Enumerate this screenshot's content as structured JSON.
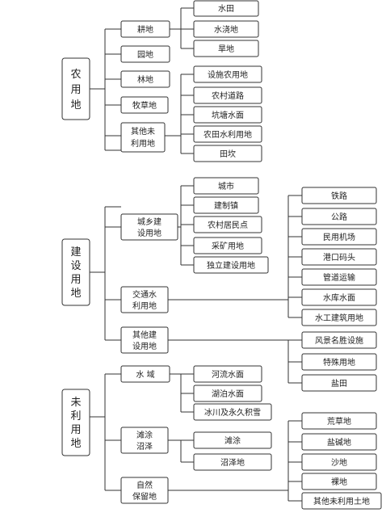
{
  "agricultural": {
    "title_lines": [
      "农",
      "用",
      "地"
    ],
    "cultivated": {
      "label": "耕地",
      "children": [
        "水田",
        "水浇地",
        "旱地"
      ]
    },
    "garden": {
      "label": "园地"
    },
    "forest": {
      "label": "林地"
    },
    "pasture": {
      "label": "牧草地"
    },
    "other": {
      "label_lines": [
        "其他未",
        "利用地"
      ],
      "children": [
        "设施农用地",
        "农村道路",
        "坑塘水面",
        "农田水利用地",
        "田坎"
      ]
    }
  },
  "construction": {
    "title_lines": [
      "建",
      "设",
      "用",
      "地"
    ],
    "urban_rural": {
      "label_lines": [
        "城乡建",
        "设用地"
      ],
      "children": [
        "城市",
        "建制镇",
        "农村居民点",
        "采矿用地",
        "独立建设用地"
      ]
    },
    "transport_water": {
      "label_lines": [
        "交通水",
        "利用地"
      ]
    },
    "other_construction": {
      "label_lines": [
        "其他建",
        "设用地"
      ]
    },
    "transport_items": [
      "铁路",
      "公路",
      "民用机场",
      "港口码头",
      "管道运输",
      "水库水面",
      "水工建筑用地"
    ],
    "other_items": [
      "风景名胜设施",
      "特殊用地",
      "盐田"
    ]
  },
  "unused": {
    "title_lines": [
      "未",
      "利",
      "用",
      "地"
    ],
    "water": {
      "label": "水 域",
      "children": [
        "河流水面",
        "湖泊水面",
        "冰川及永久积雪"
      ]
    },
    "beach": {
      "label_lines": [
        "滩涂",
        "沼泽"
      ],
      "children": [
        "滩涂",
        "沼泽地"
      ]
    },
    "nature": {
      "label_lines": [
        "自然",
        "保留地"
      ]
    },
    "nature_items": [
      "荒草地",
      "盐碱地",
      "沙地",
      "裸地",
      "其他未利用土地"
    ]
  }
}
